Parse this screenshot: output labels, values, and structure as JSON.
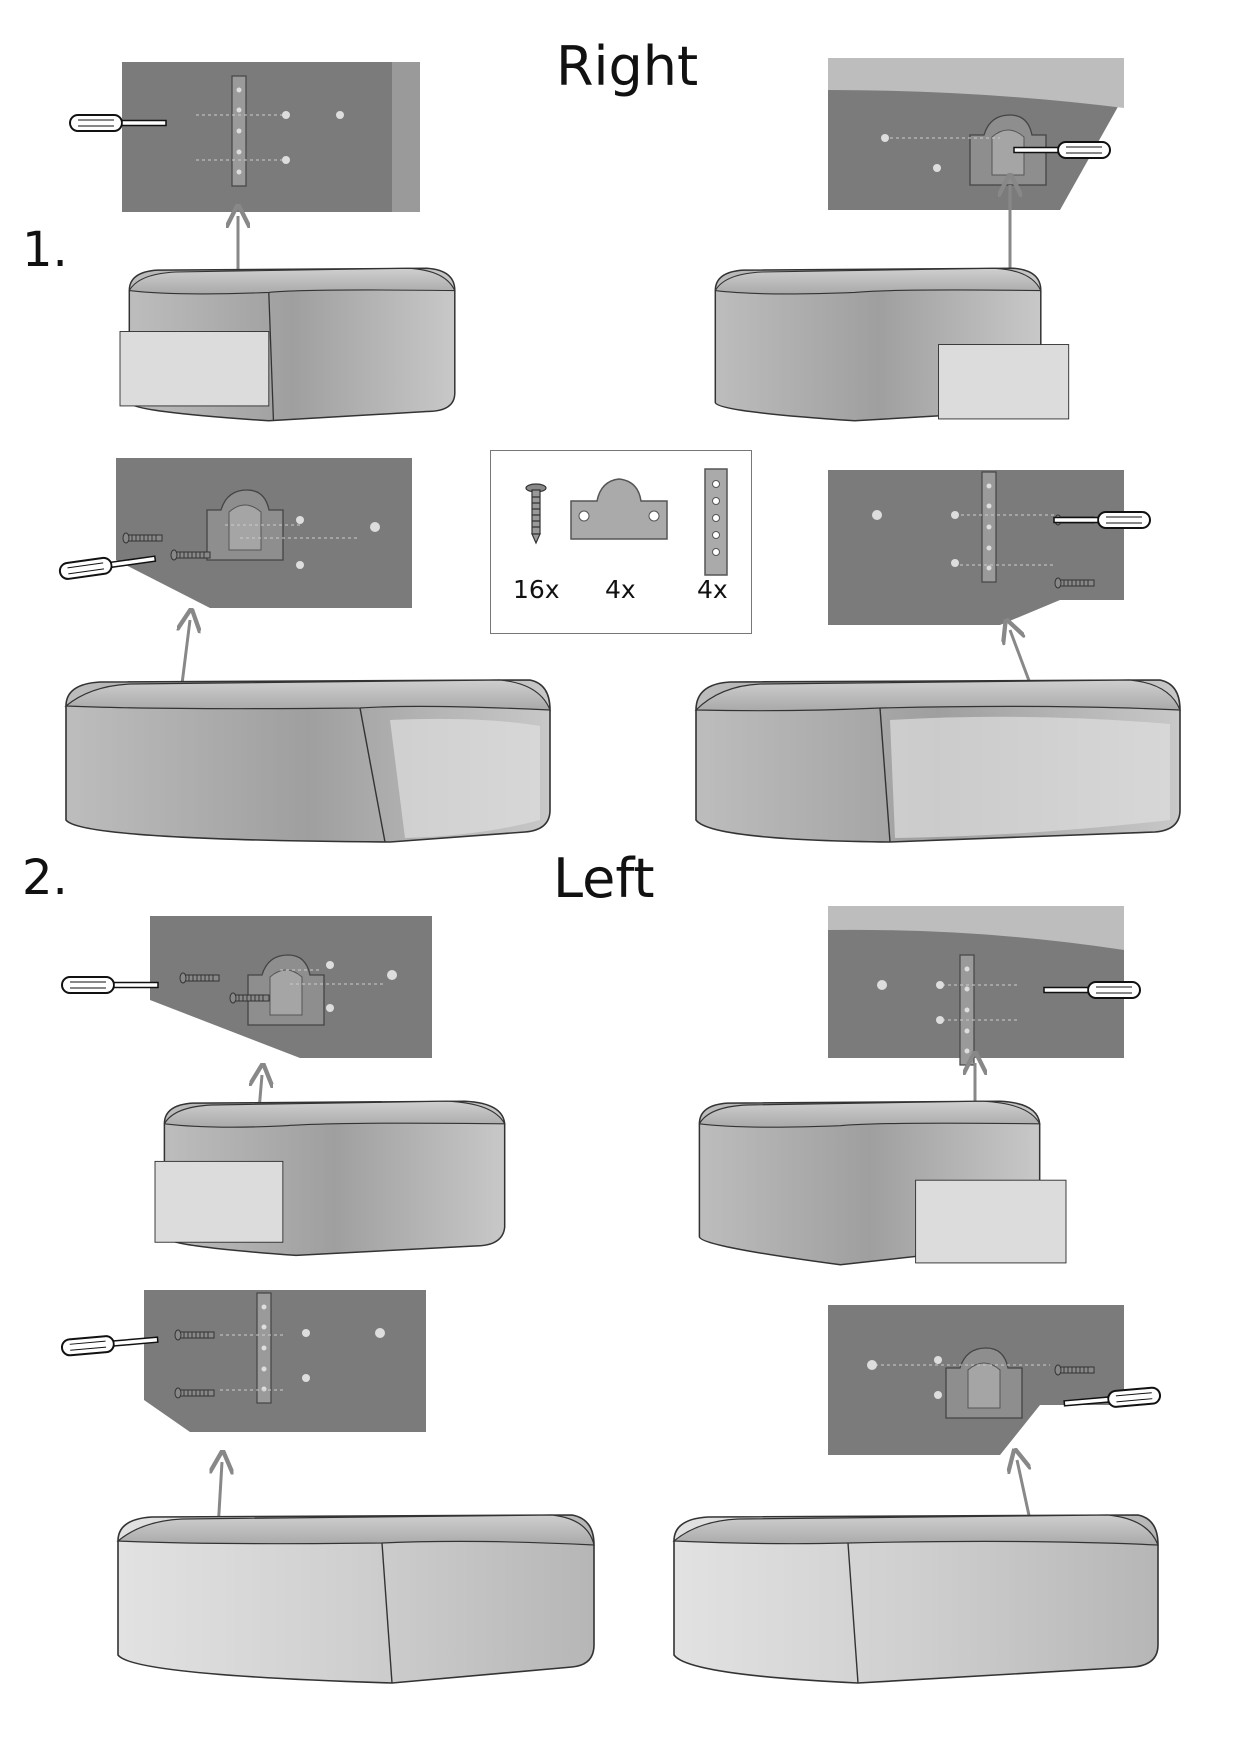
{
  "sections": {
    "right_title": "Right",
    "left_title": "Left"
  },
  "steps": {
    "step1": "1.",
    "step2": "2."
  },
  "parts": [
    {
      "icon": "screw-icon",
      "qty": "16x"
    },
    {
      "icon": "bracket-clip-icon",
      "qty": "4x"
    },
    {
      "icon": "connector-plate-icon",
      "qty": "4x"
    }
  ],
  "colors": {
    "closeup_bg": "#7b7b7b",
    "cushion_light": "#dcdcdc",
    "cushion_mid": "#b7b7b7",
    "arrow": "#8c8c8c",
    "ink": "#111111"
  }
}
